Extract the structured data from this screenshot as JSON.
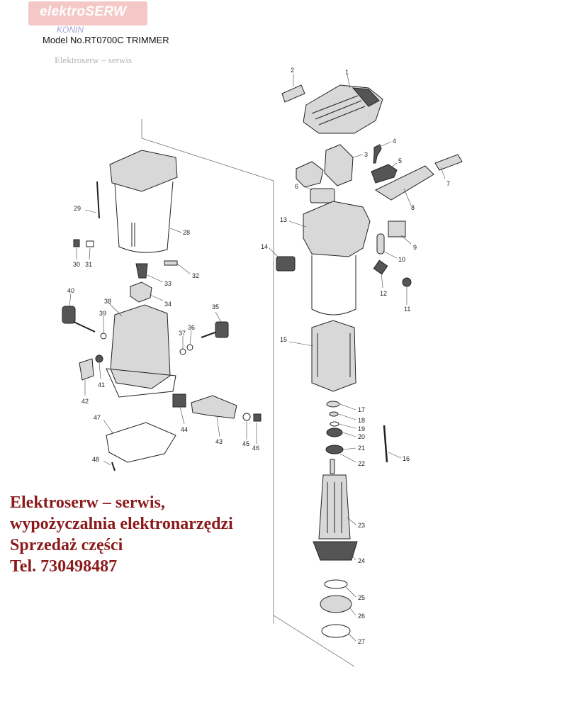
{
  "header": {
    "logo_text": "elektroSERW",
    "logo_sub": "KONIN",
    "model": "Model No.RT0700C TRIMMER",
    "watermark": "Elektroserw – serwis"
  },
  "contact": {
    "line1": "Elektroserw – serwis,",
    "line2": "wypożyczalnia elektronarzędzi",
    "line3": "Sprzedaż części",
    "line4": "Tel. 730498487"
  },
  "parts": [
    "1",
    "2",
    "3",
    "4",
    "5",
    "6",
    "7",
    "8",
    "9",
    "10",
    "11",
    "12",
    "13",
    "14",
    "15",
    "16",
    "17",
    "18",
    "19",
    "20",
    "21",
    "22",
    "23",
    "24",
    "25",
    "26",
    "27",
    "28",
    "29",
    "30",
    "31",
    "32",
    "33",
    "34",
    "35",
    "36",
    "37",
    "38",
    "39",
    "40",
    "41",
    "42",
    "43",
    "44",
    "45",
    "46",
    "47",
    "48"
  ],
  "colors": {
    "contact_text": "#8b1a1a",
    "logo_bg": "#f5c8c8",
    "logo_sub": "#9fa6d6"
  }
}
